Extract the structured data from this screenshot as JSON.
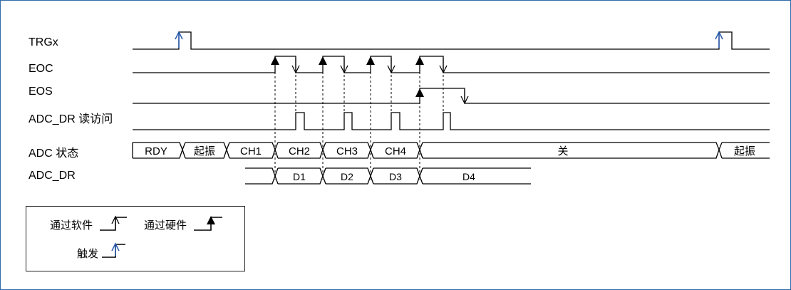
{
  "signals": {
    "trgx": "TRGx",
    "eoc": "EOC",
    "eos": "EOS",
    "adc_dr_access": "ADC_DR 读访问",
    "adc_state": "ADC 状态",
    "adc_dr": "ADC_DR"
  },
  "adc_states": [
    "RDY",
    "起振",
    "CH1",
    "CH2",
    "CH3",
    "CH4",
    "关",
    "起振"
  ],
  "adc_dr_values": [
    "D1",
    "D2",
    "D3",
    "D4"
  ],
  "legend": {
    "software_trigger": "通过软件",
    "hardware_trigger": "通过硬件",
    "trigger": "触发"
  },
  "colors": {
    "line": "#000000",
    "arrow_blue": "#2f5fb3",
    "dashed": "#000000",
    "frame": "#2f6aa8"
  }
}
